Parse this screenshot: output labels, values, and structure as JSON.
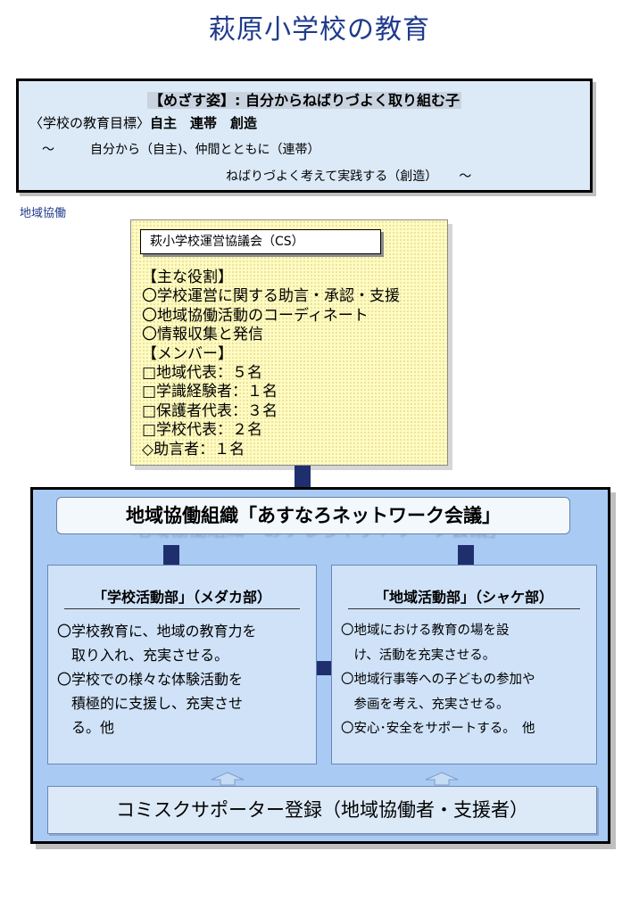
{
  "title": "萩原小学校の教育",
  "goal": {
    "heading": "【めざす姿】: 自分からねばりづよく取り組む子",
    "subtitle_prefix": "〈学校の教育目標〉",
    "subtitle_values": "自主　連帯　創造",
    "line1_tilde": "〜",
    "line1_text": "自分から（自主)、仲間とともに（連帯）",
    "line2_text": "ねばりづよく考えて実践する（創造）",
    "line2_tilde": "〜"
  },
  "side_label": "地域協働",
  "council": {
    "title": "萩小学校運営協議会（CS）",
    "lines": [
      "【主な役割】",
      "〇学校運営に関する助言・承認・支援",
      "〇地域協働活動のコーディネート",
      "〇情報収集と発信",
      "【メンバー】",
      "□地域代表：５名",
      "□学識経験者：１名",
      "□保護者代表：３名",
      "□学校代表：２名",
      "◇助言者：１名"
    ]
  },
  "organization": {
    "title": "地域協働組織「あすなろネットワーク会議」",
    "school_dept": {
      "title": "「学校活動部」（メダカ部）",
      "lines": [
        "〇学校教育に、地域の教育力を",
        "　取り入れ、充実させる。",
        "〇学校での様々な体験活動を",
        "　積極的に支援し、充実させ",
        "　る。他"
      ]
    },
    "community_dept": {
      "title": "「地域活動部」（シャケ部）",
      "lines": [
        "〇地域における教育の場を設",
        "　け、活動を充実させる。",
        "〇地域行事等への子どもの参加や",
        "　参画を考え、充実させる。",
        "〇安心･安全をサポートする。　他"
      ]
    },
    "registration": "コミスクサポーター登録（地域協働者・支援者）"
  },
  "colors": {
    "title": "#1f3b8c",
    "goal_bg": "#dce9f7",
    "council_bg": "#fffbc2",
    "org_bg": "#a9cbf3",
    "dept_bg": "#cfe2f8",
    "connector": "#1f2f6e"
  }
}
